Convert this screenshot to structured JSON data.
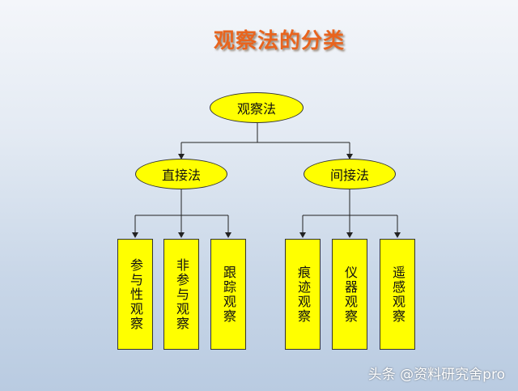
{
  "title": "观察法的分类",
  "root": {
    "label": "观察法"
  },
  "branches": [
    {
      "label": "直接法",
      "children": [
        "参与性观察",
        "非参与观察",
        "跟踪观察"
      ]
    },
    {
      "label": "间接法",
      "children": [
        "痕迹观察",
        "仪器观察",
        "遥感观察"
      ]
    }
  ],
  "watermark": "头条 @资料研究舍pro",
  "colors": {
    "node_fill": "#ffff00",
    "title": "#e8641e",
    "line": "#222222"
  }
}
